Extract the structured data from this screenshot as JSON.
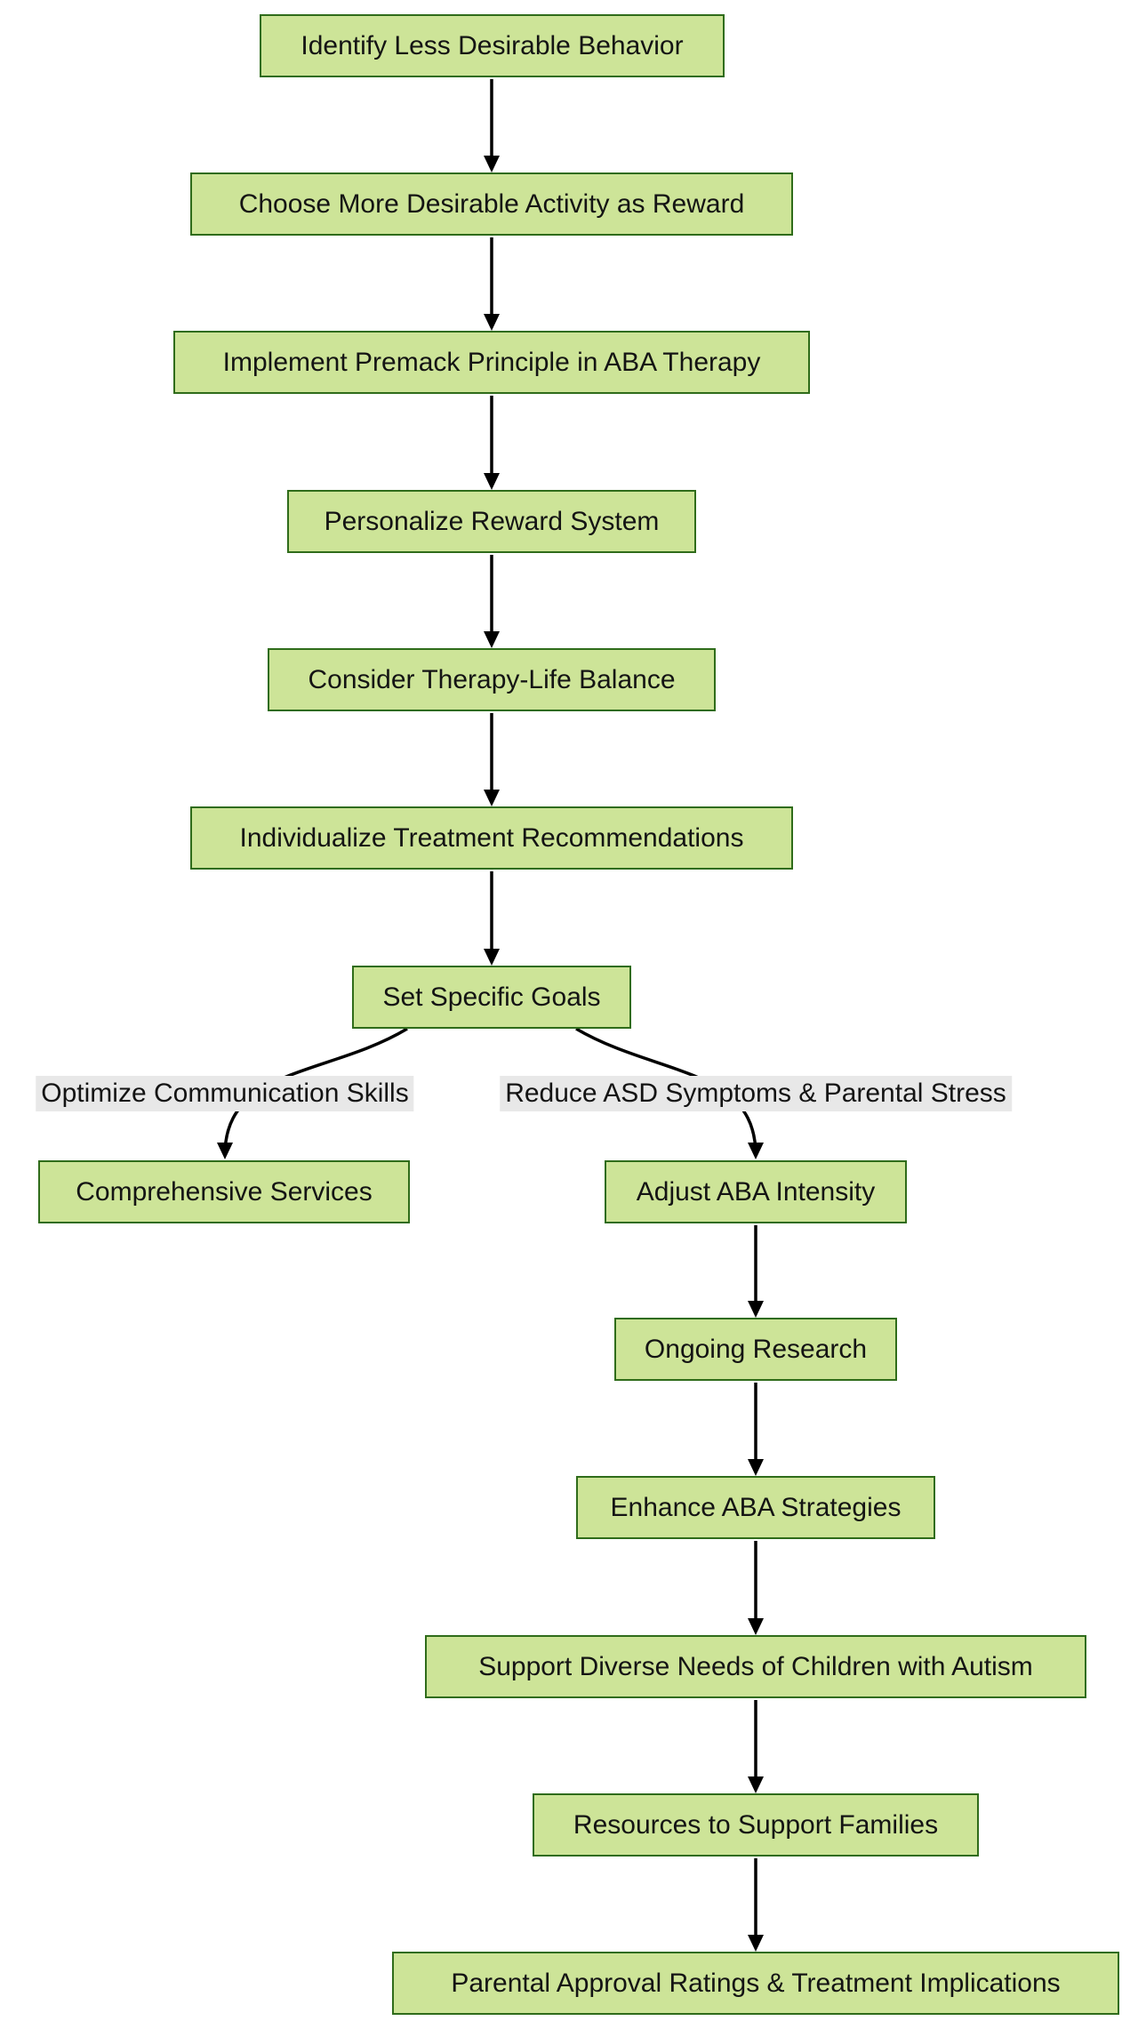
{
  "diagram": {
    "type": "flowchart",
    "background_color": "#ffffff",
    "node_fill_color": "#cde498",
    "node_border_color": "#2f6c1a",
    "edge_color": "#000000",
    "edge_label_background": "#e8e8e8",
    "nodes": [
      {
        "id": "identify-behavior",
        "label": "Identify Less Desirable Behavior"
      },
      {
        "id": "choose-reward-activity",
        "label": "Choose More Desirable Activity as Reward"
      },
      {
        "id": "implement-premack",
        "label": "Implement Premack Principle in ABA Therapy"
      },
      {
        "id": "personalize-reward",
        "label": "Personalize Reward System"
      },
      {
        "id": "therapy-life-balance",
        "label": "Consider Therapy-Life Balance"
      },
      {
        "id": "individualize-treatment",
        "label": "Individualize Treatment Recommendations"
      },
      {
        "id": "set-goals",
        "label": "Set Specific Goals"
      },
      {
        "id": "comprehensive-services",
        "label": "Comprehensive Services"
      },
      {
        "id": "adjust-aba-intensity",
        "label": "Adjust ABA Intensity"
      },
      {
        "id": "ongoing-research",
        "label": "Ongoing Research"
      },
      {
        "id": "enhance-aba-strategies",
        "label": "Enhance ABA Strategies"
      },
      {
        "id": "support-diverse-needs",
        "label": "Support Diverse Needs of Children with Autism"
      },
      {
        "id": "resources-families",
        "label": "Resources to Support Families"
      },
      {
        "id": "parental-approval",
        "label": "Parental Approval Ratings & Treatment Implications"
      }
    ],
    "edge_labels": [
      {
        "id": "optimize-communication",
        "label": "Optimize Communication Skills"
      },
      {
        "id": "reduce-symptoms-stress",
        "label": "Reduce ASD Symptoms & Parental Stress"
      }
    ],
    "edges": [
      {
        "from": "identify-behavior",
        "to": "choose-reward-activity"
      },
      {
        "from": "choose-reward-activity",
        "to": "implement-premack"
      },
      {
        "from": "implement-premack",
        "to": "personalize-reward"
      },
      {
        "from": "personalize-reward",
        "to": "therapy-life-balance"
      },
      {
        "from": "therapy-life-balance",
        "to": "individualize-treatment"
      },
      {
        "from": "individualize-treatment",
        "to": "set-goals"
      },
      {
        "from": "set-goals",
        "to": "comprehensive-services",
        "label": "Optimize Communication Skills"
      },
      {
        "from": "set-goals",
        "to": "adjust-aba-intensity",
        "label": "Reduce ASD Symptoms & Parental Stress"
      },
      {
        "from": "adjust-aba-intensity",
        "to": "ongoing-research"
      },
      {
        "from": "ongoing-research",
        "to": "enhance-aba-strategies"
      },
      {
        "from": "enhance-aba-strategies",
        "to": "support-diverse-needs"
      },
      {
        "from": "support-diverse-needs",
        "to": "resources-families"
      },
      {
        "from": "resources-families",
        "to": "parental-approval"
      }
    ]
  }
}
